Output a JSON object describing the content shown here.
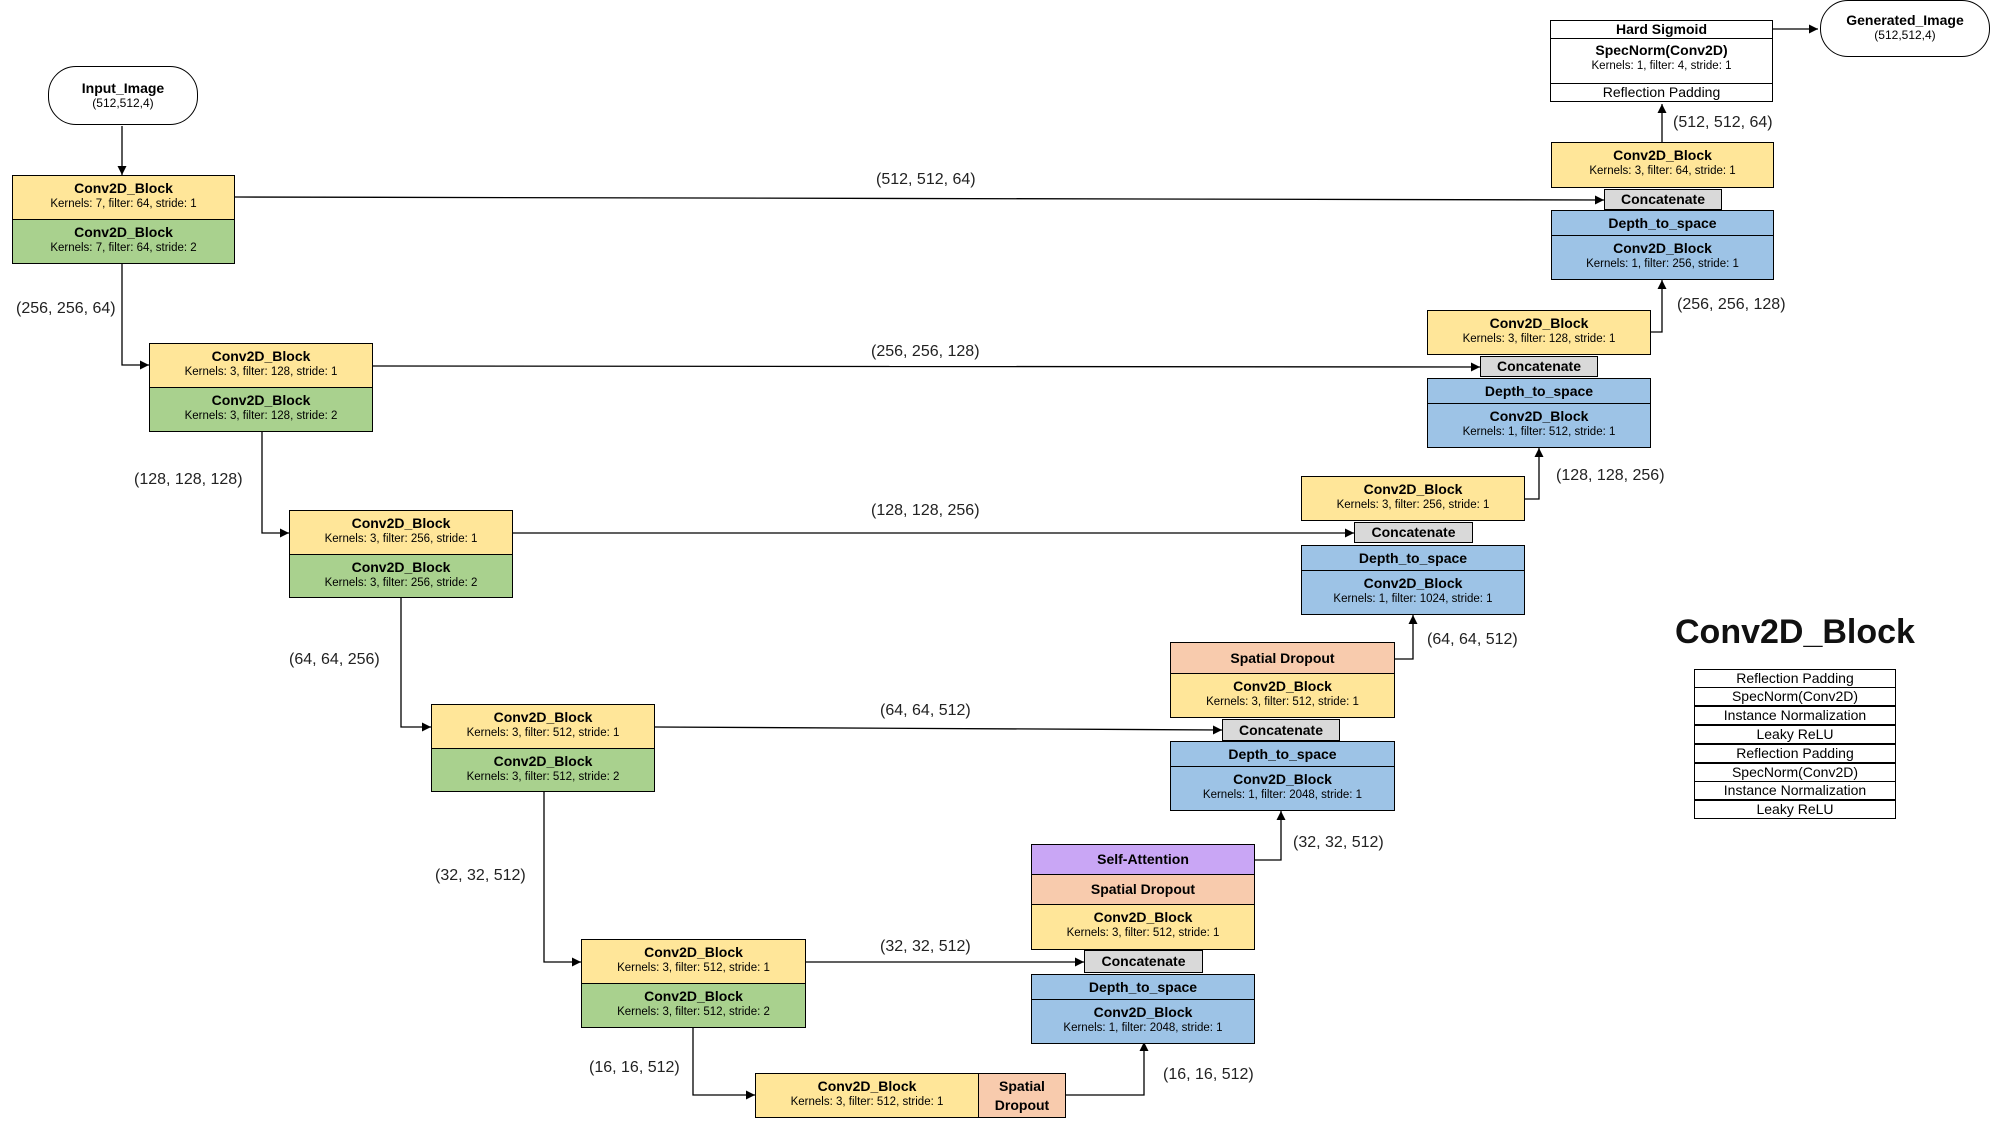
{
  "input": {
    "title": "Input_Image",
    "shape": "(512,512,4)"
  },
  "output": {
    "title": "Generated_Image",
    "shape": "(512,512,4)"
  },
  "final_head": {
    "sigmoid": "Hard Sigmoid",
    "specnorm": "SpecNorm(Conv2D)",
    "specnorm_params": "Kernels: 1, filter: 4, stride: 1",
    "padding": "Reflection Padding"
  },
  "encoder": [
    {
      "b1": "Conv2D_Block",
      "b1p": "Kernels: 7, filter: 64, stride: 1",
      "b2": "Conv2D_Block",
      "b2p": "Kernels: 7, filter: 64, stride: 2"
    },
    {
      "b1": "Conv2D_Block",
      "b1p": "Kernels: 3, filter: 128, stride: 1",
      "b2": "Conv2D_Block",
      "b2p": "Kernels: 3, filter: 128, stride: 2"
    },
    {
      "b1": "Conv2D_Block",
      "b1p": "Kernels: 3, filter: 256, stride: 1",
      "b2": "Conv2D_Block",
      "b2p": "Kernels: 3, filter: 256, stride: 2"
    },
    {
      "b1": "Conv2D_Block",
      "b1p": "Kernels: 3, filter: 512, stride: 1",
      "b2": "Conv2D_Block",
      "b2p": "Kernels: 3, filter: 512, stride: 2"
    },
    {
      "b1": "Conv2D_Block",
      "b1p": "Kernels: 3, filter: 512, stride: 1",
      "b2": "Conv2D_Block",
      "b2p": "Kernels: 3, filter: 512, stride: 2"
    }
  ],
  "bottleneck": {
    "b": "Conv2D_Block",
    "bp": "Kernels: 3, filter: 512, stride: 1",
    "drop": "Spatial Dropout"
  },
  "decoder": [
    {
      "block": "Conv2D_Block",
      "blockp": "Kernels: 3, filter: 64, stride: 1",
      "concat": "Concatenate",
      "d2s": "Depth_to_space",
      "conv": "Conv2D_Block",
      "convp": "Kernels: 1, filter: 256, stride: 1"
    },
    {
      "block": "Conv2D_Block",
      "blockp": "Kernels: 3, filter: 128, stride: 1",
      "concat": "Concatenate",
      "d2s": "Depth_to_space",
      "conv": "Conv2D_Block",
      "convp": "Kernels: 1, filter: 512, stride: 1"
    },
    {
      "block": "Conv2D_Block",
      "blockp": "Kernels: 3, filter: 256, stride: 1",
      "concat": "Concatenate",
      "d2s": "Depth_to_space",
      "conv": "Conv2D_Block",
      "convp": "Kernels: 1, filter: 1024, stride: 1"
    },
    {
      "drop": "Spatial Dropout",
      "block": "Conv2D_Block",
      "blockp": "Kernels: 3, filter: 512, stride: 1",
      "concat": "Concatenate",
      "d2s": "Depth_to_space",
      "conv": "Conv2D_Block",
      "convp": "Kernels: 1, filter: 2048, stride: 1"
    },
    {
      "attn": "Self-Attention",
      "drop": "Spatial Dropout",
      "block": "Conv2D_Block",
      "blockp": "Kernels: 3, filter: 512, stride: 1",
      "concat": "Concatenate",
      "d2s": "Depth_to_space",
      "conv": "Conv2D_Block",
      "convp": "Kernels: 1, filter: 2048, stride: 1"
    }
  ],
  "labels": {
    "skip1": "(512, 512, 64)",
    "skip2": "(256, 256, 128)",
    "skip3": "(128, 128, 256)",
    "skip4": "(64, 64, 512)",
    "skip5": "(32, 32, 512)",
    "down1": "(256, 256, 64)",
    "down2": "(128, 128, 128)",
    "down3": "(64, 64, 256)",
    "down4": "(32, 32, 512)",
    "down5": "(16, 16, 512)",
    "up5": "(16, 16, 512)",
    "up4": "(32, 32, 512)",
    "up3": "(64, 64, 512)",
    "up2": "(128, 128, 256)",
    "up1": "(256, 256, 128)",
    "up0": "(512, 512, 64)"
  },
  "legend": {
    "title": "Conv2D_Block",
    "rows": [
      "Reflection Padding",
      "SpecNorm(Conv2D)",
      "Instance Normalization",
      "Leaky ReLU",
      "Reflection Padding",
      "SpecNorm(Conv2D)",
      "Instance Normalization",
      "Leaky ReLU"
    ]
  },
  "colors": {
    "conv_stride1": "#ffe699",
    "conv_stride2": "#a9d18e",
    "upsample": "#9dc3e6",
    "dropout": "#f8cbad",
    "attention": "#c9a6f5",
    "concat": "#d9d9d9"
  }
}
